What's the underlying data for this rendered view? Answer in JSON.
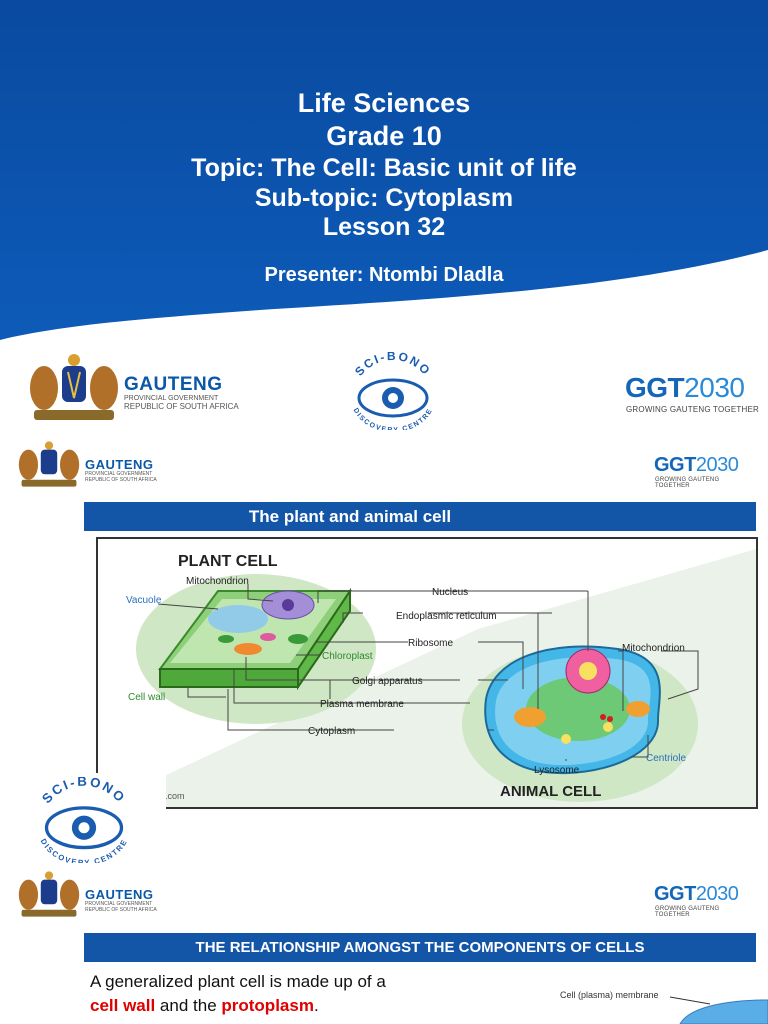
{
  "slide1": {
    "title": "Life Sciences",
    "grade": "Grade 10",
    "topic": "Topic: The Cell: Basic unit of life",
    "subtopic": "Sub-topic: Cytoplasm",
    "lesson": "Lesson 32",
    "presenter": "Presenter: Ntombi Dladla"
  },
  "logos": {
    "gauteng": "GAUTENG",
    "gauteng_line1": "PROVINCIAL GOVERNMENT",
    "gauteng_line2": "REPUBLIC OF SOUTH AFRICA",
    "ggt_main": "GGT",
    "ggt_year": "2030",
    "ggt_tagline": "GROWING GAUTENG TOGETHER",
    "scibono_top": "SCI-BONO",
    "scibono_bottom": "DISCOVERY CENTRE"
  },
  "slide2": {
    "heading": "The plant and animal cell",
    "plant_title": "PLANT CELL",
    "animal_title": "ANIMAL CELL",
    "labels": {
      "mitochondrion_plant": "Mitochondrion",
      "vacuole": "Vacuole",
      "nucleus": "Nucleus",
      "er": "Endoplasmic reticulum",
      "ribosome": "Ribosome",
      "mitochondrion_animal": "Mitochondrion",
      "chloroplast": "Chloroplast",
      "cell_wall": "Cell wall",
      "golgi": "Golgi apparatus",
      "plasma_membrane": "Plasma membrane",
      "cytoplasm": "Cytoplasm",
      "centriole": "Centriole",
      "lysosome": "Lysosome",
      "watermark": "o.com"
    }
  },
  "slide3": {
    "heading": "THE RELATIONSHIP AMONGST THE COMPONENTS OF CELLS",
    "text_start": "A generalized plant cell is made up of a",
    "term1": "cell wall",
    "text_and": " and the ",
    "term2": "protoplasm",
    "text_end": ".",
    "diagram_label": "Cell (plasma) membrane"
  },
  "colors": {
    "band_blue": "#0b4fa6",
    "bar_blue": "#1356a8",
    "accent_red": "#e00000"
  }
}
